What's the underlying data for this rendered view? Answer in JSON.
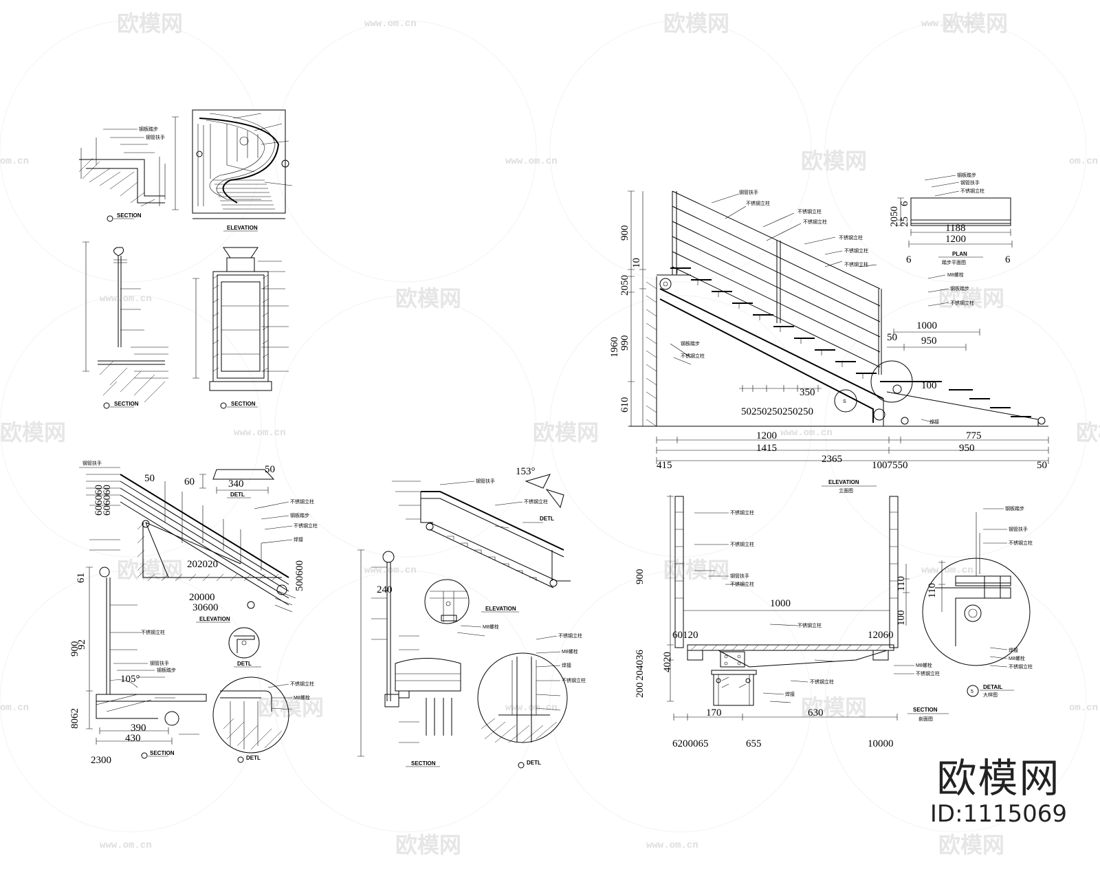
{
  "watermark": {
    "brand": "欧模网",
    "url": "www.om.cn",
    "partial_url": "om.cn"
  },
  "brand_block": {
    "name": "欧模网",
    "id": "ID:1115069"
  },
  "view_titles": {
    "elevation": "ELEVATION",
    "plan": "PLAN",
    "plan_cn": "踏步平面图",
    "section": "SECTION",
    "detail": "DETAIL",
    "detail_cn": "大样图",
    "elevation_cn": "立面图",
    "section_cn": "剖面图",
    "detl": "DETL"
  },
  "callouts": {
    "detail_marker": "5",
    "section_marker": "S"
  },
  "dims": {
    "main_elevation": {
      "v900": "900",
      "v10": "10",
      "v2050": "2050",
      "v1960": "1960",
      "v990": "990",
      "v610": "610",
      "h1200": "1200",
      "h775": "775",
      "h1415": "1415",
      "h950": "950",
      "h2365": "2365",
      "h415": "415",
      "h1007550": "1007550",
      "h50": "50",
      "h1000": "1000",
      "h950b": "950",
      "h50b": "50",
      "h350": "350",
      "h_seq": "50250250250250",
      "h100": "100"
    },
    "plan": {
      "w1188": "1188",
      "w1200": "1200",
      "l6a": "6",
      "l6b": "6",
      "v2050": "2050",
      "v25": "25",
      "v6": "6"
    },
    "section_right": {
      "v900": "900",
      "w1000": "1000",
      "l60120": "60120",
      "r12060": "12060",
      "v204036": "204036",
      "v200": "200",
      "v4020": "4020",
      "b170": "170",
      "b630": "630",
      "b_left": "6200065",
      "b_mid": "655",
      "b_right": "10000",
      "v110": "110",
      "v100": "100"
    },
    "left_bottom": {
      "d60": "60",
      "d340": "340",
      "d50": "50",
      "d202020": "202020",
      "d20000": "20000",
      "d30600": "30600",
      "v61": "61",
      "v900": "900",
      "v92": "92",
      "a105": "105°",
      "d390": "390",
      "d430": "430",
      "d2300": "2300",
      "v8062": "8062",
      "vstack": "606060",
      "vstack2": "500600"
    },
    "mid_bottom": {
      "a153": "153°",
      "v240": "240"
    }
  },
  "labels": {
    "note": "钢板踏步",
    "note2": "钢管扶手",
    "note3": "不锈钢立柱",
    "note4": "M8螺栓",
    "note5": "焊接"
  }
}
